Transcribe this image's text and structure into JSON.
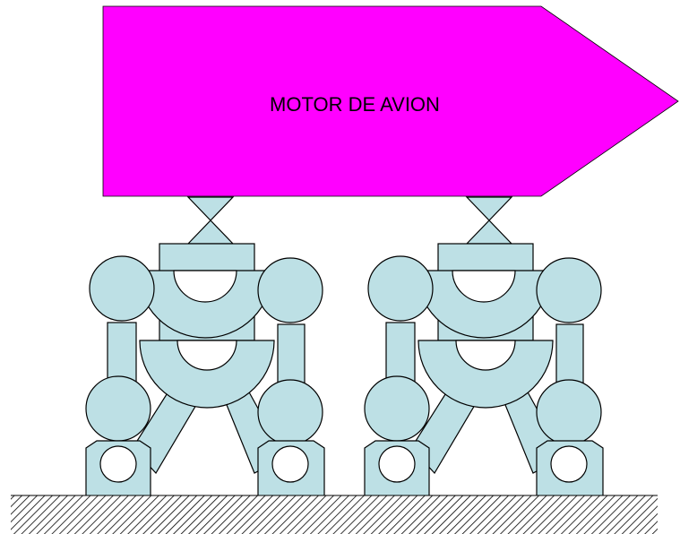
{
  "engine": {
    "label": "MOTOR DE AVION",
    "color": "#FF00FF"
  },
  "colors": {
    "part_fill": "#BDE0E5",
    "stroke": "#000000",
    "hatch": "#000000"
  },
  "mounts": [
    {
      "name": "left-mount"
    },
    {
      "name": "right-mount"
    }
  ],
  "caption": {
    "text": ""
  }
}
